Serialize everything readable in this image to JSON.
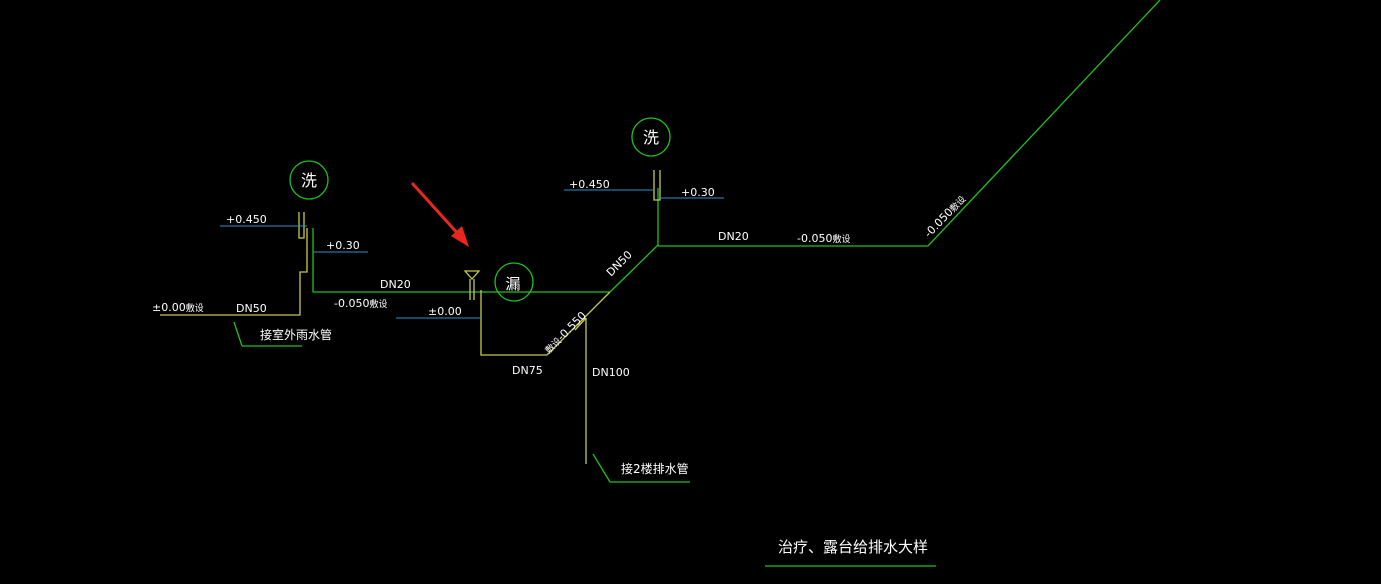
{
  "colors": {
    "background": "#000000",
    "green": "#20c020",
    "yellow": "#c8c84a",
    "cyan": "#2f8fd0",
    "white": "#ffffff",
    "red_arrow": "#e8281e"
  },
  "labels": {
    "wash_left": "洗",
    "wash_right": "洗",
    "drain": "漏",
    "elev_left_0450": "+0.450",
    "elev_left_030": "+0.30",
    "elev_right_0450": "+0.450",
    "elev_right_030": "+0.30",
    "elev_000": "±0.00",
    "elev_pm000_embedded": "±0.00",
    "embed_suffix": "敷设",
    "dn50": "DN50",
    "dn20_left": "DN20",
    "dn20_right": "DN20",
    "dn75": "DN75",
    "dn100": "DN100",
    "dn50_diag": "DN50",
    "neg0050_left": "-0.050",
    "neg0050_right": "-0.050",
    "neg0050_diag": "-0.050",
    "neg0550": "-0.550",
    "to_outdoor_rain": "接室外雨水管",
    "to_floor2_drain": "接2楼排水管",
    "title": "治疗、露台给排水大样"
  }
}
